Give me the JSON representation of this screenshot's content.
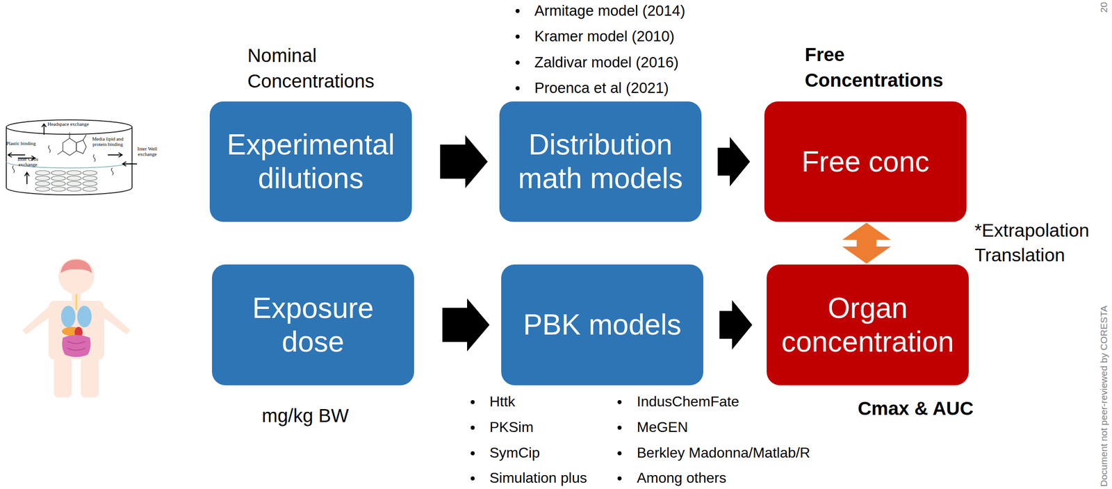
{
  "diagram": {
    "nodes": [
      {
        "text": [
          "Experimental dilutions"
        ]
      },
      {
        "text": [
          "Distribution math models"
        ]
      },
      {
        "text": [
          "Free conc"
        ]
      },
      {
        "text": [
          "Exposure dose"
        ]
      },
      {
        "text": [
          "PBK models"
        ]
      },
      {
        "text": [
          "Organ concentration"
        ]
      }
    ],
    "edges": [
      {
        "from": 0,
        "to": 1,
        "arrow": "to"
      },
      {
        "from": 1,
        "to": 2,
        "arrow": "to"
      },
      {
        "from": 3,
        "to": 4,
        "arrow": "to"
      },
      {
        "from": 4,
        "to": 5,
        "arrow": "to"
      },
      {
        "from": 2,
        "to": 5,
        "arrow": "both"
      }
    ],
    "labels": [
      "Nominal Concentrations",
      "Armitage model (2014)",
      "Kramer model (2010)",
      "Zaldivar model (2016)",
      "Proenca et al (2021)",
      "Free Concentrations",
      "*Extrapolation Translation",
      "mg/kg BW",
      "Httk",
      "PKSim",
      "SymCip",
      "Simulation plus",
      "IndusChemFate",
      "MeGEN",
      "Berkley Madonna/Matlab/R",
      "Among others",
      "Cmax & AUC",
      "Headspace exchange",
      "Plastic binding",
      "Media lipid and protein binding",
      "Inter Well exchange",
      "Inter Cells exchange",
      "Document not peer-reviewed by CORESTA",
      "20"
    ]
  }
}
